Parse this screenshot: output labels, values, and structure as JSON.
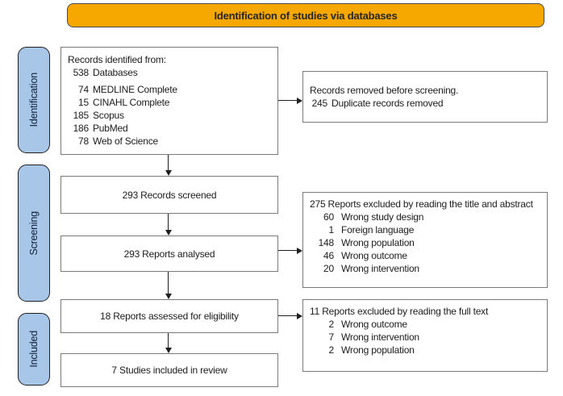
{
  "banner": {
    "title": "Identification of studies via databases"
  },
  "colors": {
    "banner_bg": "#F6A800",
    "stage_bg": "#A8C6E8",
    "box_border": "#7A7A7A",
    "text": "#1C1C1C",
    "arrow": "#1F1F1F"
  },
  "stages": [
    {
      "label": "Identification"
    },
    {
      "label": "Screening"
    },
    {
      "label": "Included"
    }
  ],
  "boxes": {
    "identified": {
      "title": "Records identified from:",
      "items": [
        {
          "count": "538",
          "label": "Databases"
        },
        {
          "count": "74",
          "label": "MEDLINE Complete"
        },
        {
          "count": "15",
          "label": "CINAHL Complete"
        },
        {
          "count": "185",
          "label": "Scopus"
        },
        {
          "count": "186",
          "label": "PubMed"
        },
        {
          "count": "78",
          "label": "Web of Science"
        }
      ]
    },
    "removed": {
      "title": "Records removed before screening.",
      "items": [
        {
          "count": "245",
          "label": "Duplicate records removed"
        }
      ]
    },
    "screened": {
      "label": "293 Records screened"
    },
    "analysed": {
      "label": "293 Reports analysed"
    },
    "excluded_title_abstract": {
      "title": "275 Reports excluded by reading the title and abstract",
      "items": [
        {
          "count": "60",
          "label": "Wrong study design"
        },
        {
          "count": "1",
          "label": "Foreign language"
        },
        {
          "count": "148",
          "label": "Wrong population"
        },
        {
          "count": "46",
          "label": "Wrong outcome"
        },
        {
          "count": "20",
          "label": "Wrong intervention"
        }
      ]
    },
    "assessed": {
      "label": "18 Reports assessed for eligibility"
    },
    "excluded_full_text": {
      "title": "11 Reports excluded by reading the full text",
      "items": [
        {
          "count": "2",
          "label": "Wrong outcome"
        },
        {
          "count": "7",
          "label": "Wrong intervention"
        },
        {
          "count": "2",
          "label": "Wrong population"
        }
      ]
    },
    "included": {
      "label": "7 Studies included in review"
    }
  }
}
